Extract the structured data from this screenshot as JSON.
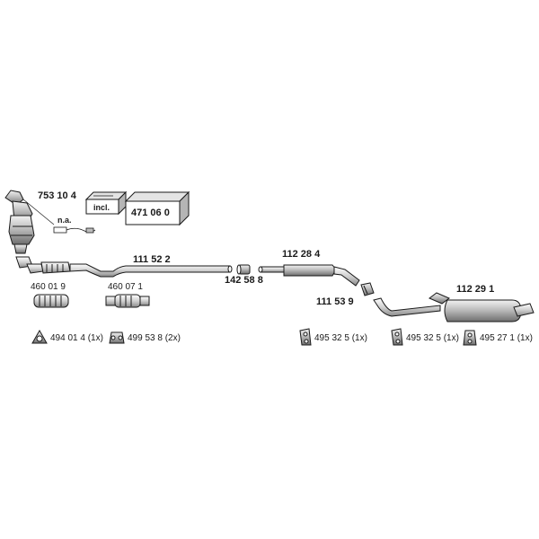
{
  "parts": {
    "catalytic_converter": "753 10 4",
    "mounting_kit_included": "incl.",
    "mounting_kit_box": "471 06 0",
    "lambda_sensor_note": "n.a.",
    "front_pipe": "111 52 2",
    "clamp": "142 58 8",
    "centre_silencer": "112 28 4",
    "connecting_pipe": "111 53 9",
    "rear_silencer": "112 29 1",
    "flex_pipe_a": "460 01 9",
    "flex_pipe_b": "460 07 1",
    "gasket": "494 01 4 (1x)",
    "rubber_mount_a": "499 53 8 (2x)",
    "rubber_mount_b": "495 32 5 (1x)",
    "rubber_mount_c": "495 32 5 (1x)",
    "rubber_mount_d": "495 27 1 (1x)"
  },
  "colors": {
    "line": "#1a1a1a",
    "shade": "#b5b5b5",
    "light": "#e4e4e4"
  }
}
